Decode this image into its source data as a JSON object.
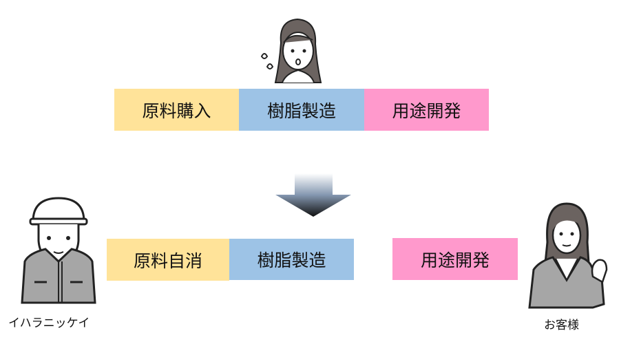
{
  "top_row": {
    "steps": [
      "原料購入",
      "樹脂製造",
      "用途開発"
    ]
  },
  "bottom_row": {
    "steps": [
      "原料自消",
      "樹脂製造"
    ],
    "separate_step": "用途開発"
  },
  "actors": {
    "left": "イハラニッケイ",
    "right": "お客様"
  },
  "colors": {
    "yellow": "#ffe399",
    "blue": "#9dc3e6",
    "pink": "#ff99cc"
  }
}
